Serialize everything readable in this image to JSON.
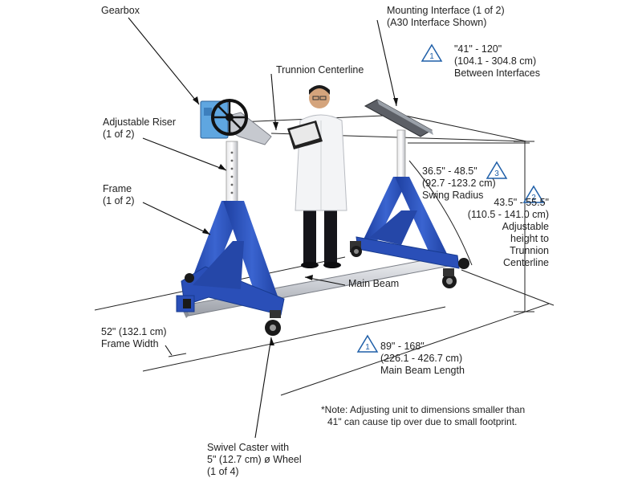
{
  "labels": {
    "gearbox": "Gearbox",
    "mounting_interface": [
      "Mounting Interface (1 of 2)",
      "(A30 Interface Shown)"
    ],
    "trunnion_centerline": "Trunnion Centerline",
    "adjustable_riser": [
      "Adjustable Riser",
      "(1 of 2)"
    ],
    "frame": [
      "Frame",
      "(1 of 2)"
    ],
    "main_beam": "Main Beam",
    "swivel_caster": [
      "Swivel Caster with",
      "5\" (12.7 cm) ø Wheel",
      "(1 of 4)"
    ]
  },
  "dimensions": {
    "between_interfaces": {
      "marker": "1",
      "lines": [
        "\"41\" - 120\"",
        "(104.1 - 304.8 cm)",
        "Between Interfaces"
      ]
    },
    "swing_radius": {
      "marker": "3",
      "lines": [
        "36.5\" - 48.5\"",
        "(92.7 -123.2 cm)",
        "Swing Radius"
      ]
    },
    "trunnion_height": {
      "marker": "2",
      "lines": [
        "43.5\" - 55.5\"",
        "(110.5 - 141.0 cm)",
        "Adjustable",
        "height to",
        "Trunnion",
        "Centerline"
      ]
    },
    "frame_width": {
      "lines": [
        "52\" (132.1 cm)",
        "Frame Width"
      ]
    },
    "main_beam_length": {
      "marker": "1",
      "lines": [
        "89\" - 168\"",
        "(226.1 - 426.7 cm)",
        "Main Beam Length"
      ]
    }
  },
  "note": [
    "*Note: Adjusting unit to dimensions smaller than",
    "41\" can cause tip over due to small footprint."
  ],
  "colors": {
    "frame_blue": "#2a4fb8",
    "beam_silver": "#c9ccd2",
    "marker_blue": "#1f5fa8",
    "leader": "#111111"
  }
}
